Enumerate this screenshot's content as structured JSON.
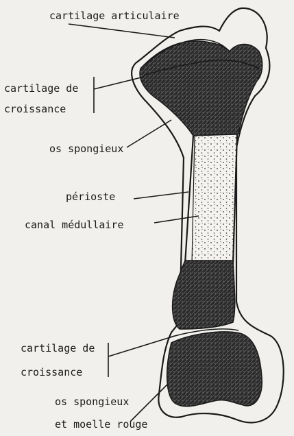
{
  "labels": {
    "articular_cartilage": "cartilage articulaire",
    "growth_cartilage_top_1": "cartilage de",
    "growth_cartilage_top_2": "croissance",
    "spongy_bone_top": "os spongieux",
    "periosteum": "périoste",
    "medullary_canal": "canal médullaire",
    "growth_cartilage_bottom_1": "cartilage de",
    "growth_cartilage_bottom_2": "croissance",
    "spongy_marrow_1": "os spongieux",
    "spongy_marrow_2": "et moelle rouge"
  }
}
